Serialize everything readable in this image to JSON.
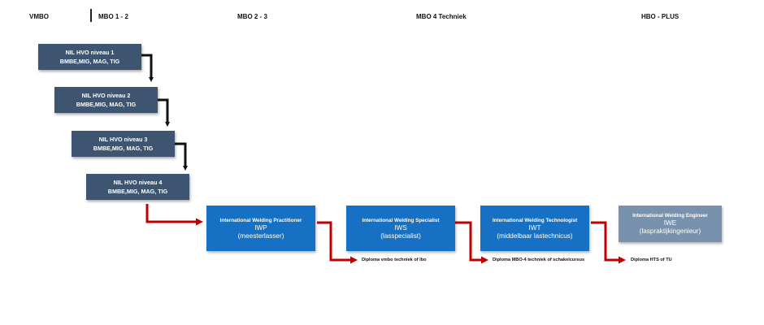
{
  "headers": [
    {
      "id": "vmbo",
      "label": "VMBO"
    },
    {
      "id": "mbo-1-2",
      "label": "MBO 1 - 2"
    },
    {
      "id": "mbo-2-3",
      "label": "MBO 2 - 3"
    },
    {
      "id": "mbo-4",
      "label": "MBO 4 Techniek"
    },
    {
      "id": "hbo",
      "label": "HBO - PLUS"
    }
  ],
  "nil_levels": [
    {
      "title": "NIL HVO niveau 1",
      "processes": "BMBE,MIG, MAG, TIG"
    },
    {
      "title": "NIL HVO niveau 2",
      "processes": "BMBE,MIG, MAG, TIG"
    },
    {
      "title": "NIL HVO niveau 3",
      "processes": "BMBE,MIG, MAG, TIG"
    },
    {
      "title": "NIL HVO niveau 4",
      "processes": "BMBE,MIG, MAG, TIG"
    }
  ],
  "iw_boxes": [
    {
      "title": "International Welding Practitioner",
      "code": "IWP",
      "sub": "(meesterlasser)"
    },
    {
      "title": "International Welding Specialist",
      "code": "IWS",
      "sub": "(lasspecialist)"
    },
    {
      "title": "International Welding Technologist",
      "code": "IWT",
      "sub": "(middelbaar lastechnicus)"
    },
    {
      "title": "International Welding Engineer",
      "code": "IWE",
      "sub": "(laspraktijkingenieur)"
    }
  ],
  "diplomas": [
    "Diploma vmbo techniek of lbo",
    "Diploma MBO-4 techniek of schakelcursus",
    "Diploma HTS of TU"
  ],
  "colors": {
    "nil_box": "#3d5570",
    "iw_box": "#1670c3",
    "iwe_box": "#7891ac",
    "step_arrow": "#111111",
    "red_arrow": "#c00000"
  }
}
